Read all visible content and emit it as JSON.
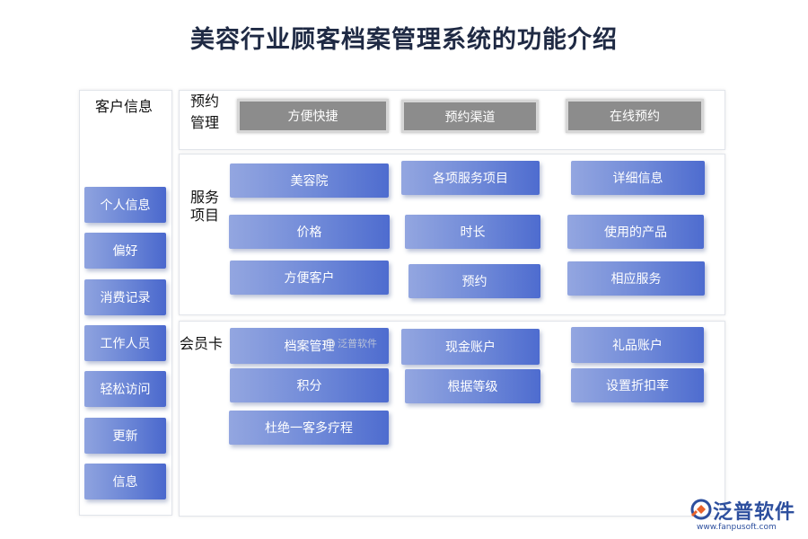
{
  "title": "美容行业顾客档案管理系统的功能介绍",
  "sidebar": {
    "heading": "客户信息",
    "items": [
      "个人信息",
      "偏好",
      "消费记录",
      "工作人员",
      "轻松访问",
      "更新",
      "信息"
    ]
  },
  "sections": {
    "booking": {
      "label_line1": "预约",
      "label_line2": "管理",
      "items": [
        "方便快捷",
        "预约渠道",
        "在线预约"
      ]
    },
    "service": {
      "label_line1": "服务",
      "label_line2": "项目",
      "items": [
        "美容院",
        "各项服务项目",
        "详细信息",
        "价格",
        "时长",
        "使用的产品",
        "方便客户",
        "预约",
        "相应服务"
      ]
    },
    "member": {
      "label": "会员卡",
      "items": [
        "档案管理",
        "现金账户",
        "礼品账户",
        "积分",
        "根据等级",
        "设置折扣率",
        "杜绝一客多疗程"
      ]
    }
  },
  "watermark": "泛普软件",
  "logo": {
    "name": "泛普软件",
    "url": "www.fanpusoft.com",
    "color": "#2d4f9e"
  },
  "colors": {
    "button_start": "#93a6e0",
    "button_end": "#4e6ccf",
    "gray_button": "#8c8c8c"
  }
}
